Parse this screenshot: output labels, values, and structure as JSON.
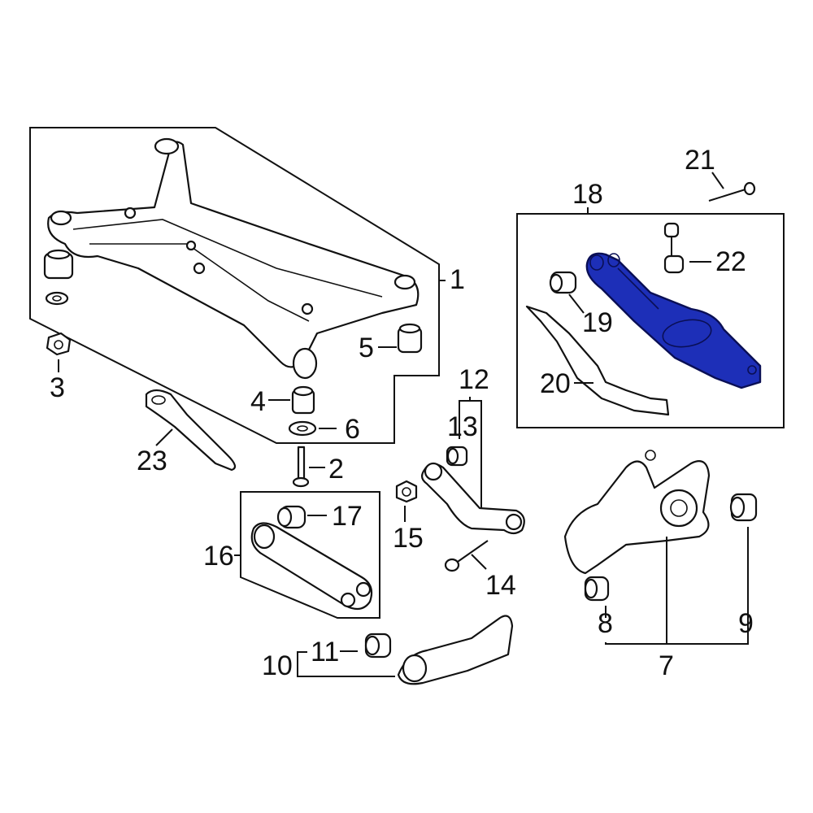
{
  "diagram": {
    "type": "exploded-parts-diagram",
    "subject": "Rear suspension subframe and control arms",
    "highlight_color": "#1d2fb8",
    "highlighted_part": "18",
    "callouts": [
      {
        "id": "c1",
        "label": "1"
      },
      {
        "id": "c2",
        "label": "2"
      },
      {
        "id": "c3",
        "label": "3"
      },
      {
        "id": "c4",
        "label": "4"
      },
      {
        "id": "c5",
        "label": "5"
      },
      {
        "id": "c6",
        "label": "6"
      },
      {
        "id": "c7",
        "label": "7"
      },
      {
        "id": "c8",
        "label": "8"
      },
      {
        "id": "c9",
        "label": "9"
      },
      {
        "id": "c10",
        "label": "10"
      },
      {
        "id": "c11",
        "label": "11"
      },
      {
        "id": "c12",
        "label": "12"
      },
      {
        "id": "c13",
        "label": "13"
      },
      {
        "id": "c14",
        "label": "14"
      },
      {
        "id": "c15",
        "label": "15"
      },
      {
        "id": "c16",
        "label": "16"
      },
      {
        "id": "c17",
        "label": "17"
      },
      {
        "id": "c18",
        "label": "18"
      },
      {
        "id": "c19",
        "label": "19"
      },
      {
        "id": "c20",
        "label": "20"
      },
      {
        "id": "c21",
        "label": "21"
      },
      {
        "id": "c22",
        "label": "22"
      },
      {
        "id": "c23",
        "label": "23"
      }
    ]
  }
}
